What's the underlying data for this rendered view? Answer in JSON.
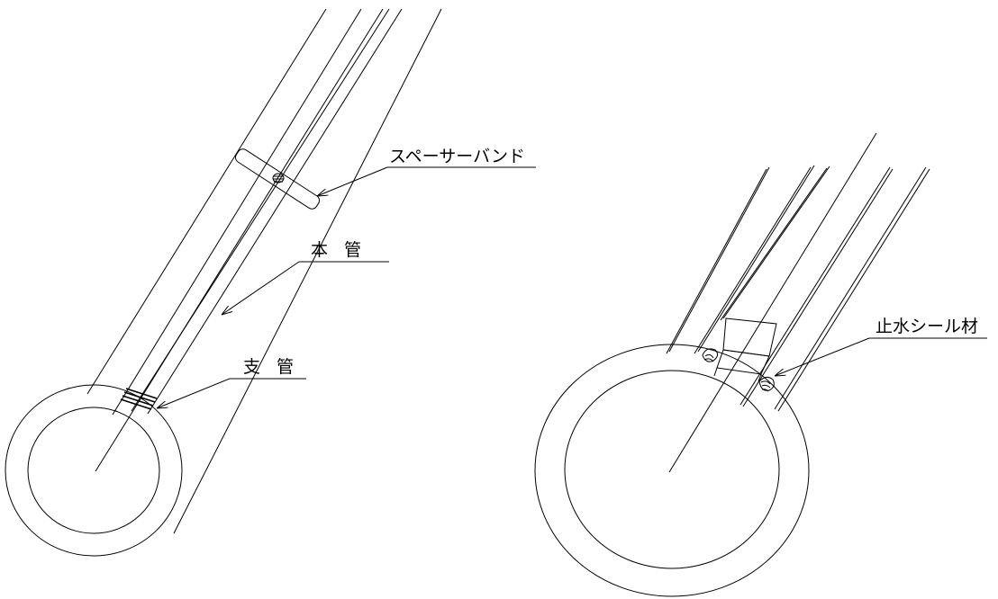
{
  "left_figure": {
    "labels": {
      "spacer_band": "スペーサーバンド",
      "main_pipe": "本 管",
      "branch_pipe": "支 管"
    }
  },
  "right_figure": {
    "labels": {
      "waterproof_seal": "止水シール材"
    }
  },
  "colors": {
    "line": "#000000",
    "background": "#ffffff"
  }
}
